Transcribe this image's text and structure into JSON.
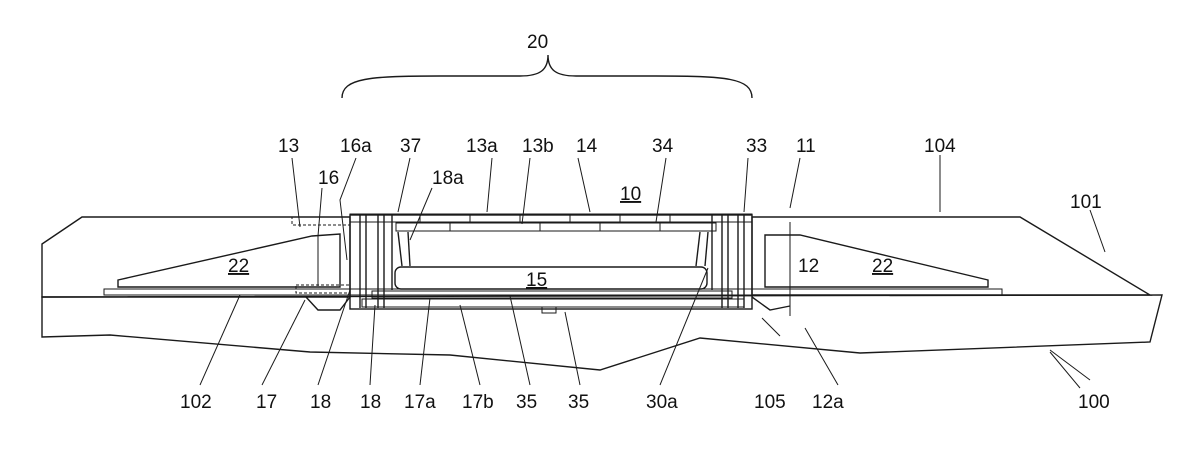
{
  "figure": {
    "ref_numerals": {
      "n20": "20",
      "n13": "13",
      "n16a": "16a",
      "n37": "37",
      "n13a": "13a",
      "n13b": "13b",
      "n14": "14",
      "n10": "10",
      "n34": "34",
      "n33": "33",
      "n11": "11",
      "n104": "104",
      "n101": "101",
      "n16": "16",
      "n18a": "18a",
      "n22_left": "22",
      "n22_right": "22",
      "n15": "15",
      "n12": "12",
      "n102": "102",
      "n17": "17",
      "n18_a": "18",
      "n18_b": "18",
      "n17a": "17a",
      "n17b": "17b",
      "n35_a": "35",
      "n35_b": "35",
      "n30a": "30a",
      "n105": "105",
      "n12a": "12a",
      "n100": "100"
    },
    "colors": {
      "ink": "#1a1a1a",
      "background": "#ffffff"
    }
  }
}
